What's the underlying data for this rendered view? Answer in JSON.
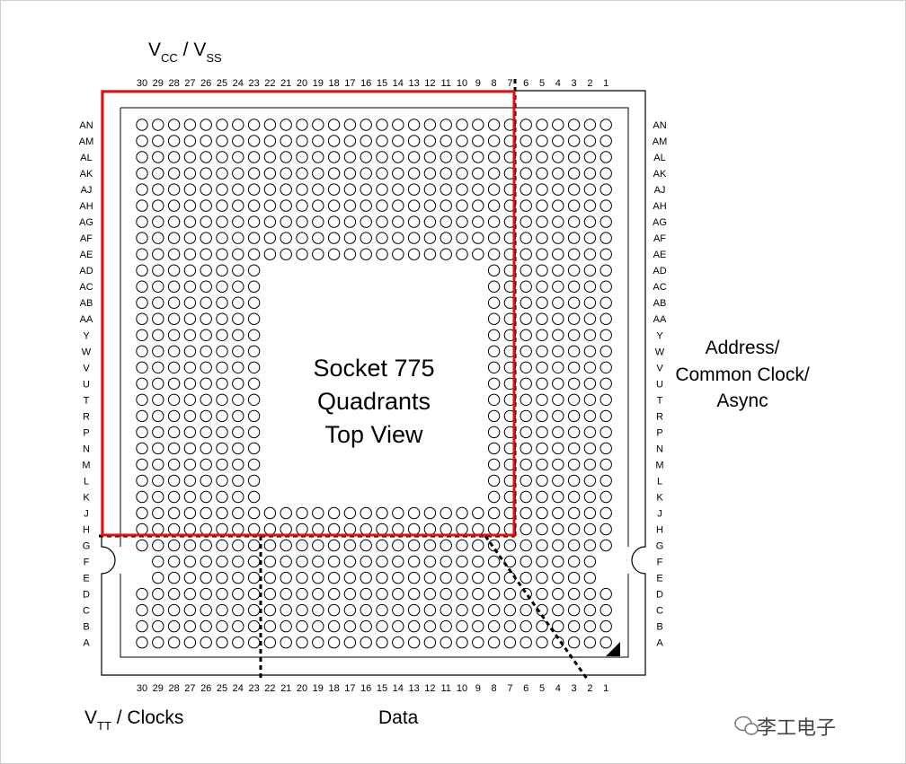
{
  "diagram": {
    "columns": [
      "30",
      "29",
      "28",
      "27",
      "26",
      "25",
      "24",
      "23",
      "22",
      "21",
      "20",
      "19",
      "18",
      "17",
      "16",
      "15",
      "14",
      "13",
      "12",
      "11",
      "10",
      "9",
      "8",
      "7",
      "6",
      "5",
      "4",
      "3",
      "2",
      "1"
    ],
    "rows": [
      "AN",
      "AM",
      "AL",
      "AK",
      "AJ",
      "AH",
      "AG",
      "AF",
      "AE",
      "AD",
      "AC",
      "AB",
      "AA",
      "Y",
      "W",
      "V",
      "U",
      "T",
      "R",
      "P",
      "N",
      "M",
      "L",
      "K",
      "J",
      "H",
      "G",
      "F",
      "E",
      "D",
      "C",
      "B",
      "A"
    ],
    "center_label": [
      "Socket 775",
      "Quadrants",
      "Top View"
    ],
    "labels": {
      "vcc_vss": {
        "v1": "V",
        "sub1": "CC",
        "sep": " / ",
        "v2": "V",
        "sub2": "SS"
      },
      "vtt_clocks": {
        "v": "V",
        "sub": "TT",
        "rest": " / Clocks"
      },
      "data": "Data",
      "address": [
        "Address/",
        "Common Clock/",
        "Async"
      ]
    },
    "watermark": "李工电子",
    "colors": {
      "highlight": "#e01010",
      "pin": "#000000",
      "background": "#ffffff"
    }
  }
}
